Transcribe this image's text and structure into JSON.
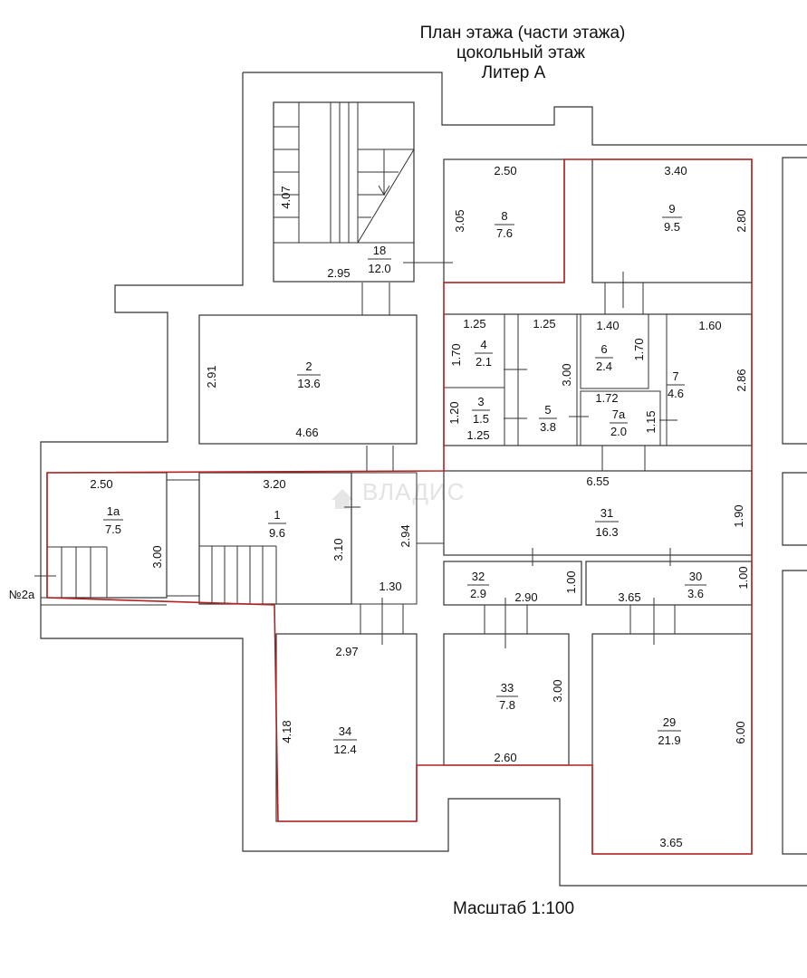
{
  "header": {
    "line1": "План этажа (части этажа)",
    "line2": "цокольный этаж",
    "line3": "Литер А"
  },
  "scale_label": "Масштаб 1:100",
  "watermark": "ВЛАДИС",
  "outside_label": "№2а",
  "colors": {
    "wall": "#333333",
    "boundary": "#b22222",
    "text": "#111111"
  },
  "rooms": [
    {
      "id": "18",
      "number": "18",
      "area": "12.0"
    },
    {
      "id": "8",
      "number": "8",
      "area": "7.6"
    },
    {
      "id": "9",
      "number": "9",
      "area": "9.5"
    },
    {
      "id": "2",
      "number": "2",
      "area": "13.6"
    },
    {
      "id": "4",
      "number": "4",
      "area": "2.1"
    },
    {
      "id": "6",
      "number": "6",
      "area": "2.4"
    },
    {
      "id": "7",
      "number": "7",
      "area": "4.6"
    },
    {
      "id": "3",
      "number": "3",
      "area": "1.5"
    },
    {
      "id": "5",
      "number": "5",
      "area": "3.8"
    },
    {
      "id": "7a",
      "number": "7а",
      "area": "2.0"
    },
    {
      "id": "1a",
      "number": "1а",
      "area": "7.5"
    },
    {
      "id": "1",
      "number": "1",
      "area": "9.6"
    },
    {
      "id": "31",
      "number": "31",
      "area": "16.3"
    },
    {
      "id": "32",
      "number": "32",
      "area": "2.9"
    },
    {
      "id": "30",
      "number": "30",
      "area": "3.6"
    },
    {
      "id": "33",
      "number": "33",
      "area": "7.8"
    },
    {
      "id": "34",
      "number": "34",
      "area": "12.4"
    },
    {
      "id": "29",
      "number": "29",
      "area": "21.9"
    }
  ],
  "dimensions": [
    {
      "id": "d407",
      "text": "4.07"
    },
    {
      "id": "d295",
      "text": "2.95"
    },
    {
      "id": "d250a",
      "text": "2.50"
    },
    {
      "id": "d305",
      "text": "3.05"
    },
    {
      "id": "d340",
      "text": "3.40"
    },
    {
      "id": "d280",
      "text": "2.80"
    },
    {
      "id": "d291",
      "text": "2.91"
    },
    {
      "id": "d466",
      "text": "4.66"
    },
    {
      "id": "d125a",
      "text": "1.25"
    },
    {
      "id": "d170a",
      "text": "1.70"
    },
    {
      "id": "d125b",
      "text": "1.25"
    },
    {
      "id": "d300a",
      "text": "3.00"
    },
    {
      "id": "d140",
      "text": "1.40"
    },
    {
      "id": "d170b",
      "text": "1.70"
    },
    {
      "id": "d160",
      "text": "1.60"
    },
    {
      "id": "d286",
      "text": "2.86"
    },
    {
      "id": "d120",
      "text": "1.20"
    },
    {
      "id": "d125c",
      "text": "1.25"
    },
    {
      "id": "d172",
      "text": "1.72"
    },
    {
      "id": "d115",
      "text": "1.15"
    },
    {
      "id": "d655",
      "text": "6.55"
    },
    {
      "id": "d250b",
      "text": "2.50"
    },
    {
      "id": "d320",
      "text": "3.20"
    },
    {
      "id": "d300b",
      "text": "3.00"
    },
    {
      "id": "d310",
      "text": "3.10"
    },
    {
      "id": "d294",
      "text": "2.94"
    },
    {
      "id": "d190",
      "text": "1.90"
    },
    {
      "id": "d130",
      "text": "1.30"
    },
    {
      "id": "d290",
      "text": "2.90"
    },
    {
      "id": "d100a",
      "text": "1.00"
    },
    {
      "id": "d365a",
      "text": "3.65"
    },
    {
      "id": "d100b",
      "text": "1.00"
    },
    {
      "id": "d297",
      "text": "2.97"
    },
    {
      "id": "d300c",
      "text": "3.00"
    },
    {
      "id": "d418",
      "text": "4.18"
    },
    {
      "id": "d260",
      "text": "2.60"
    },
    {
      "id": "d600",
      "text": "6.00"
    },
    {
      "id": "d365b",
      "text": "3.65"
    }
  ]
}
